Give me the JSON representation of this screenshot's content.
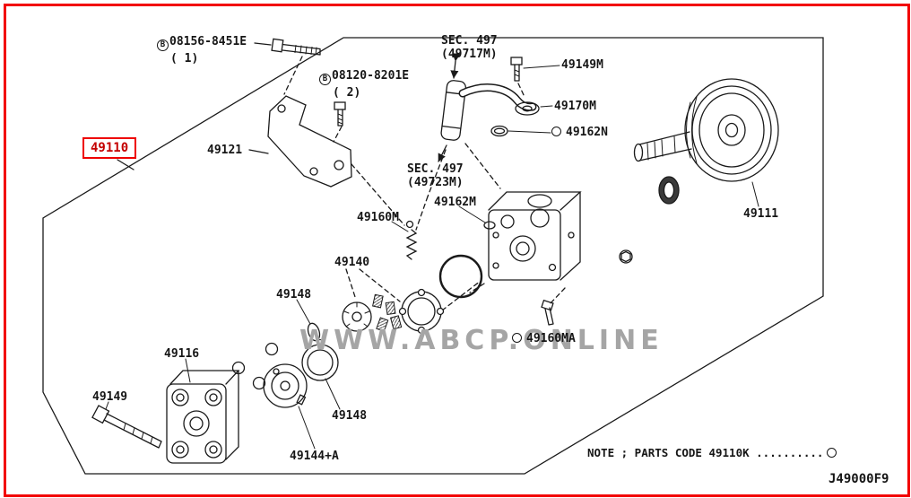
{
  "highlight": {
    "part_code": "49110"
  },
  "watermark": "WWW.ABCP.ONLINE",
  "footer": {
    "note": "NOTE ; PARTS CODE 49110K ..........",
    "drawing_code": "J49000F9"
  },
  "callouts": {
    "bolt_top": {
      "prefix": "B",
      "code": "08156-8451E",
      "qty": "( 1)"
    },
    "bolt_bracket": {
      "prefix": "B",
      "code": "08120-8201E",
      "qty": "( 2)"
    },
    "bracket": "49121",
    "sec_top": {
      "line1": "SEC. 497",
      "line2": "(49717M)"
    },
    "bolt_pipe": "49149M",
    "pipe": "49170M",
    "oring_n": "49162N",
    "sec_bottom": {
      "line1": "SEC. 497",
      "line2": "(49723M)"
    },
    "oring_m": "49162M",
    "spring": "49160M",
    "cartridge": "49140",
    "seal_upper": "49148",
    "housing": "49116",
    "bolt_long": "49149",
    "seal_lower": "49148",
    "side_plate": "49144+A",
    "bolt_ma": "49160MA",
    "pulley": "49111"
  }
}
